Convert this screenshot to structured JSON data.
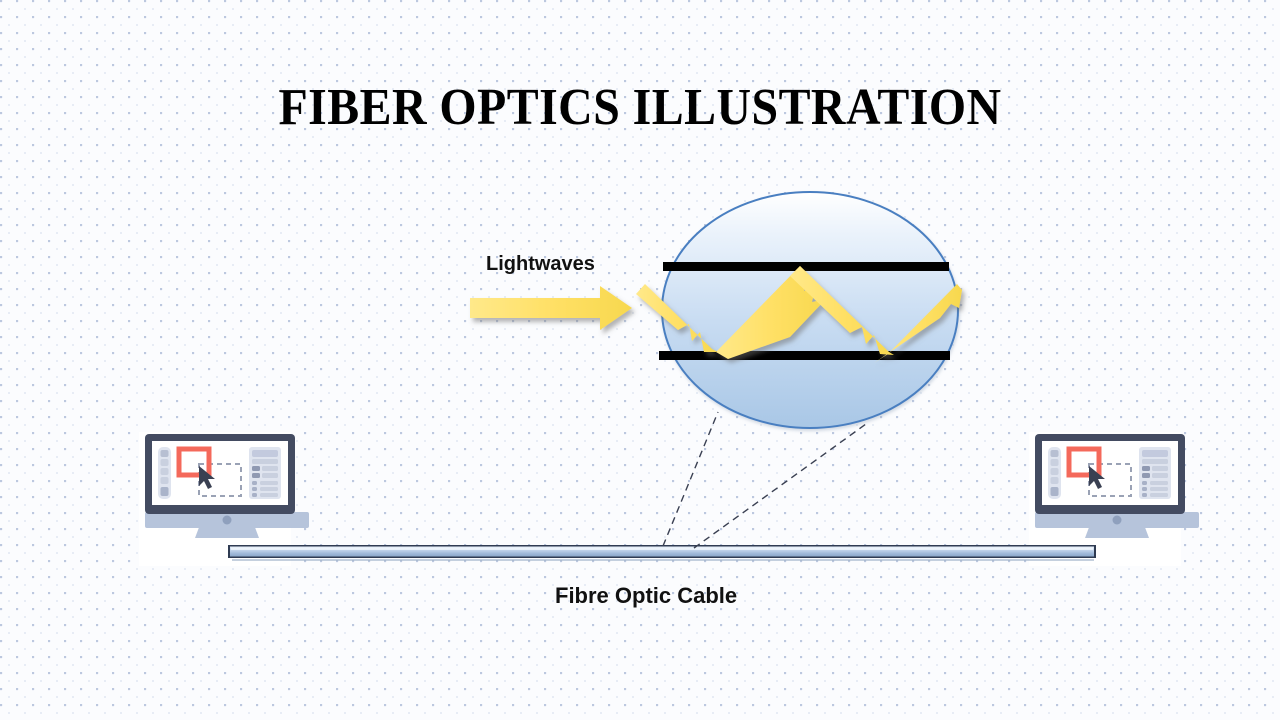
{
  "slide": {
    "title": "FIBER OPTICS ILLUSTRATION",
    "background_color": "#fbfcfe",
    "dot_color": "#b9c6de"
  },
  "labels": {
    "lightwaves": "Lightwaves",
    "cable": "Fibre Optic Cable"
  },
  "magnifier": {
    "fill_top": "#ffffff",
    "fill_bottom": "#aec9e8",
    "stroke": "#4a7fc1",
    "wall_color": "#000000",
    "description": "Magnified cross-section of fiber optic core showing total internal reflection"
  },
  "lightwave": {
    "color": "#ffe066",
    "edge_color": "#f0c419",
    "incoming_arrow_label": "Lightwaves"
  },
  "cable": {
    "body_color": "#b7cbe6",
    "highlight_color": "#e8eff8",
    "outline_color": "#2f3b52",
    "shadow_color": "#8ea7c9"
  },
  "devices": [
    {
      "name": "left-computer",
      "bezel_color": "#434b61",
      "screen_color": "#ffffff",
      "stand_color": "#b6c4db",
      "chin_color": "#b6c4db",
      "accent_shape_color": "#f4695b",
      "panel_color": "#dde3ef",
      "cursor_color": "#3a4052"
    },
    {
      "name": "right-computer",
      "bezel_color": "#434b61",
      "screen_color": "#ffffff",
      "stand_color": "#b6c4db",
      "chin_color": "#b6c4db",
      "accent_shape_color": "#f4695b",
      "panel_color": "#dde3ef",
      "cursor_color": "#3a4052"
    }
  ],
  "callout_lines": {
    "style": "dashed",
    "color": "#3a4052",
    "count": 2
  }
}
